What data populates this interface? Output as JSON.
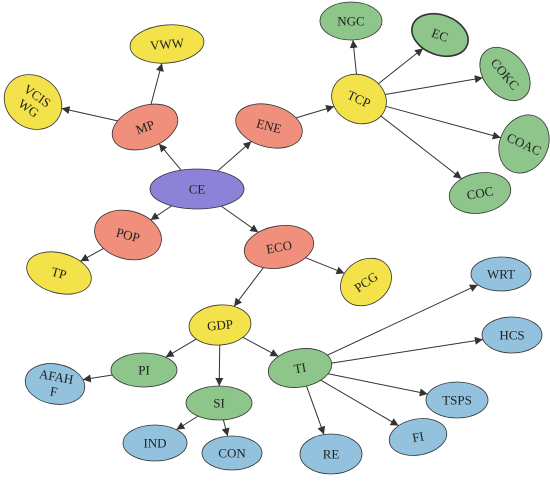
{
  "colors": {
    "purple": "#8c83d8",
    "salmon": "#ef8f7c",
    "yellow": "#f3e24a",
    "green": "#8dc58a",
    "blue": "#93c2de",
    "stroke": "#333333"
  },
  "nodes": [
    {
      "id": "CE",
      "label": "CE",
      "color": "purple"
    },
    {
      "id": "MP",
      "label": "MP",
      "color": "salmon"
    },
    {
      "id": "ENE",
      "label": "ENE",
      "color": "salmon"
    },
    {
      "id": "POP",
      "label": "POP",
      "color": "salmon"
    },
    {
      "id": "ECO",
      "label": "ECO",
      "color": "salmon"
    },
    {
      "id": "VWW",
      "label": "VWW",
      "color": "yellow"
    },
    {
      "id": "VCISWG",
      "label": "VCIS WG",
      "color": "yellow"
    },
    {
      "id": "TCP",
      "label": "TCP",
      "color": "yellow"
    },
    {
      "id": "TP",
      "label": "TP",
      "color": "yellow"
    },
    {
      "id": "PCG",
      "label": "PCG",
      "color": "yellow"
    },
    {
      "id": "GDP",
      "label": "GDP",
      "color": "yellow"
    },
    {
      "id": "NGC",
      "label": "NGC",
      "color": "green"
    },
    {
      "id": "EC",
      "label": "EC",
      "color": "green"
    },
    {
      "id": "COKC",
      "label": "COKC",
      "color": "green"
    },
    {
      "id": "COAC",
      "label": "COAC",
      "color": "green"
    },
    {
      "id": "COC",
      "label": "COC",
      "color": "green"
    },
    {
      "id": "PI",
      "label": "PI",
      "color": "green"
    },
    {
      "id": "SI",
      "label": "SI",
      "color": "green"
    },
    {
      "id": "TI",
      "label": "TI",
      "color": "green"
    },
    {
      "id": "AFAHF",
      "label": "AFAH F",
      "color": "blue"
    },
    {
      "id": "IND",
      "label": "IND",
      "color": "blue"
    },
    {
      "id": "CON",
      "label": "CON",
      "color": "blue"
    },
    {
      "id": "RE",
      "label": "RE",
      "color": "blue"
    },
    {
      "id": "FI",
      "label": "FI",
      "color": "blue"
    },
    {
      "id": "TSPS",
      "label": "TSPS",
      "color": "blue"
    },
    {
      "id": "HCS",
      "label": "HCS",
      "color": "blue"
    },
    {
      "id": "WRT",
      "label": "WRT",
      "color": "blue"
    }
  ],
  "edges": [
    {
      "from": "CE",
      "to": "MP"
    },
    {
      "from": "CE",
      "to": "ENE"
    },
    {
      "from": "CE",
      "to": "POP"
    },
    {
      "from": "CE",
      "to": "ECO"
    },
    {
      "from": "MP",
      "to": "VWW"
    },
    {
      "from": "MP",
      "to": "VCISWG"
    },
    {
      "from": "ENE",
      "to": "TCP"
    },
    {
      "from": "TCP",
      "to": "NGC"
    },
    {
      "from": "TCP",
      "to": "EC"
    },
    {
      "from": "TCP",
      "to": "COKC"
    },
    {
      "from": "TCP",
      "to": "COAC"
    },
    {
      "from": "TCP",
      "to": "COC"
    },
    {
      "from": "POP",
      "to": "TP"
    },
    {
      "from": "ECO",
      "to": "PCG"
    },
    {
      "from": "ECO",
      "to": "GDP"
    },
    {
      "from": "GDP",
      "to": "PI"
    },
    {
      "from": "GDP",
      "to": "SI"
    },
    {
      "from": "GDP",
      "to": "TI"
    },
    {
      "from": "PI",
      "to": "AFAHF"
    },
    {
      "from": "SI",
      "to": "IND"
    },
    {
      "from": "SI",
      "to": "CON"
    },
    {
      "from": "TI",
      "to": "RE"
    },
    {
      "from": "TI",
      "to": "FI"
    },
    {
      "from": "TI",
      "to": "TSPS"
    },
    {
      "from": "TI",
      "to": "HCS"
    },
    {
      "from": "TI",
      "to": "WRT"
    }
  ]
}
